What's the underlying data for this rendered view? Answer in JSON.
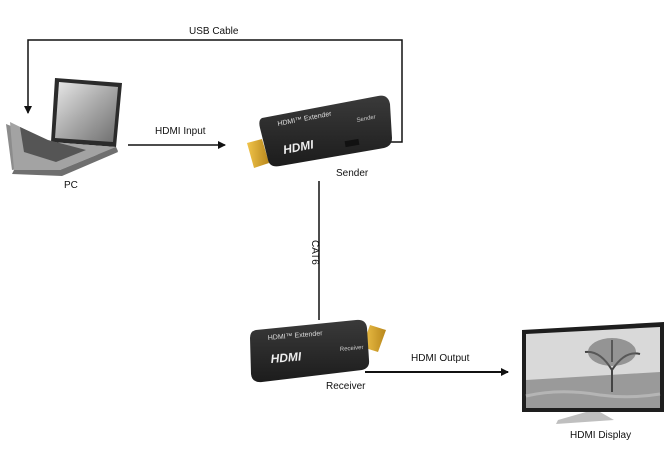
{
  "labels": {
    "usb_cable": "USB Cable",
    "hdmi_input": "HDMI Input",
    "pc": "PC",
    "sender": "Sender",
    "cat6": "CAT6",
    "receiver": "Receiver",
    "hdmi_output": "HDMI Output",
    "hdmi_display": "HDMI Display"
  },
  "device_text": {
    "sender_title": "HDMI™ Extender",
    "sender_side": "Sender",
    "sender_logo": "HDMI",
    "receiver_title": "HDMI™ Extender",
    "receiver_side": "Receiver",
    "receiver_logo": "HDMI"
  },
  "colors": {
    "line": "#111111",
    "device_body": "#2b2b2b",
    "connector_gold": "#d4a52a",
    "screen_gray": "#bdbdbd"
  },
  "icons": {
    "pc": "laptop-icon",
    "display": "monitor-icon",
    "sender": "hdmi-extender-sender",
    "receiver": "hdmi-extender-receiver"
  }
}
